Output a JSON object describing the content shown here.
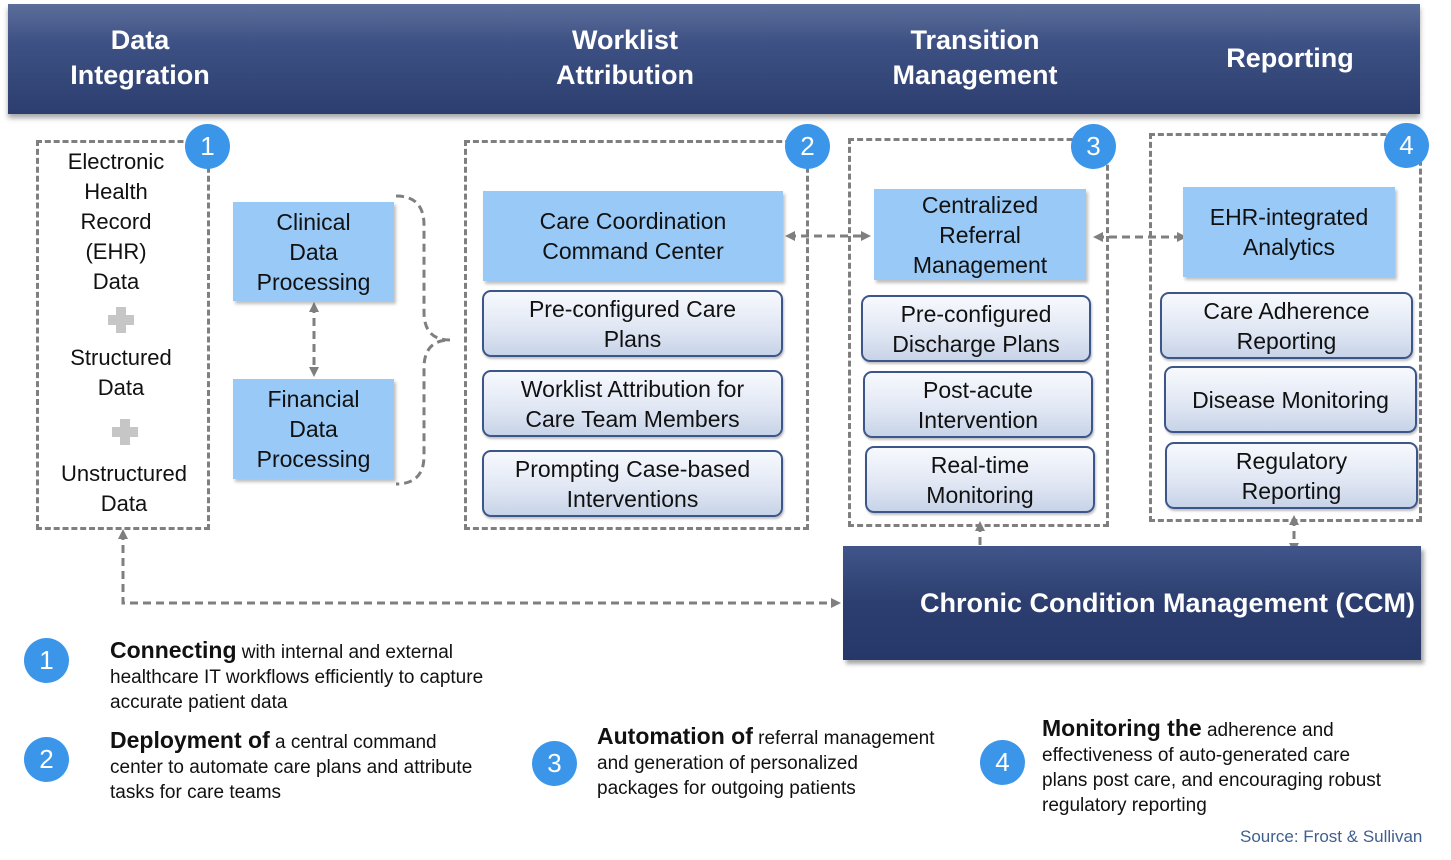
{
  "header": {
    "columns": [
      "Data\nIntegration",
      "Worklist\nAttribution",
      "Transition\nManagement",
      "Reporting"
    ]
  },
  "data_integration": {
    "number": "1",
    "sources": [
      "Electronic\nHealth\nRecord\n(EHR)\nData",
      "Structured\nData",
      "Unstructured\nData"
    ],
    "processing": [
      "Clinical\nData\nProcessing",
      "Financial\nData\nProcessing"
    ]
  },
  "worklist": {
    "number": "2",
    "header": "Care Coordination\nCommand Center",
    "items": [
      "Pre-configured Care\nPlans",
      "Worklist Attribution for\nCare Team Members",
      "Prompting Case-based\nInterventions"
    ]
  },
  "transition": {
    "number": "3",
    "header": "Centralized\nReferral\nManagement",
    "items": [
      "Pre-configured\nDischarge Plans",
      "Post-acute\nIntervention",
      "Real-time\nMonitoring"
    ]
  },
  "reporting": {
    "number": "4",
    "header": "EHR-integrated\nAnalytics",
    "items": [
      "Care Adherence\nReporting",
      "Disease Monitoring",
      "Regulatory\nReporting"
    ]
  },
  "ccm": {
    "label": "Chronic Condition Management (CCM)"
  },
  "descriptions": [
    {
      "number": "1",
      "bold": "Connecting",
      "text": " with internal and external healthcare IT workflows efficiently to capture accurate patient data"
    },
    {
      "number": "2",
      "bold": "Deployment  of",
      "text": " a central command center to automate care plans and attribute tasks for care teams"
    },
    {
      "number": "3",
      "bold": "Automation  of",
      "text": " referral management  and generation of personalized packages for outgoing patients"
    },
    {
      "number": "4",
      "bold": "Monitoring the",
      "text": " adherence and effectiveness of auto-generated care plans post care, and encouraging robust regulatory reporting"
    }
  ],
  "source": "Source: Frost & Sullivan",
  "colors": {
    "header_dark": "#2c3e6f",
    "box_blue": "#99c9f7",
    "circle_blue": "#3b96ea",
    "dash_gray": "#7f7f7f"
  }
}
